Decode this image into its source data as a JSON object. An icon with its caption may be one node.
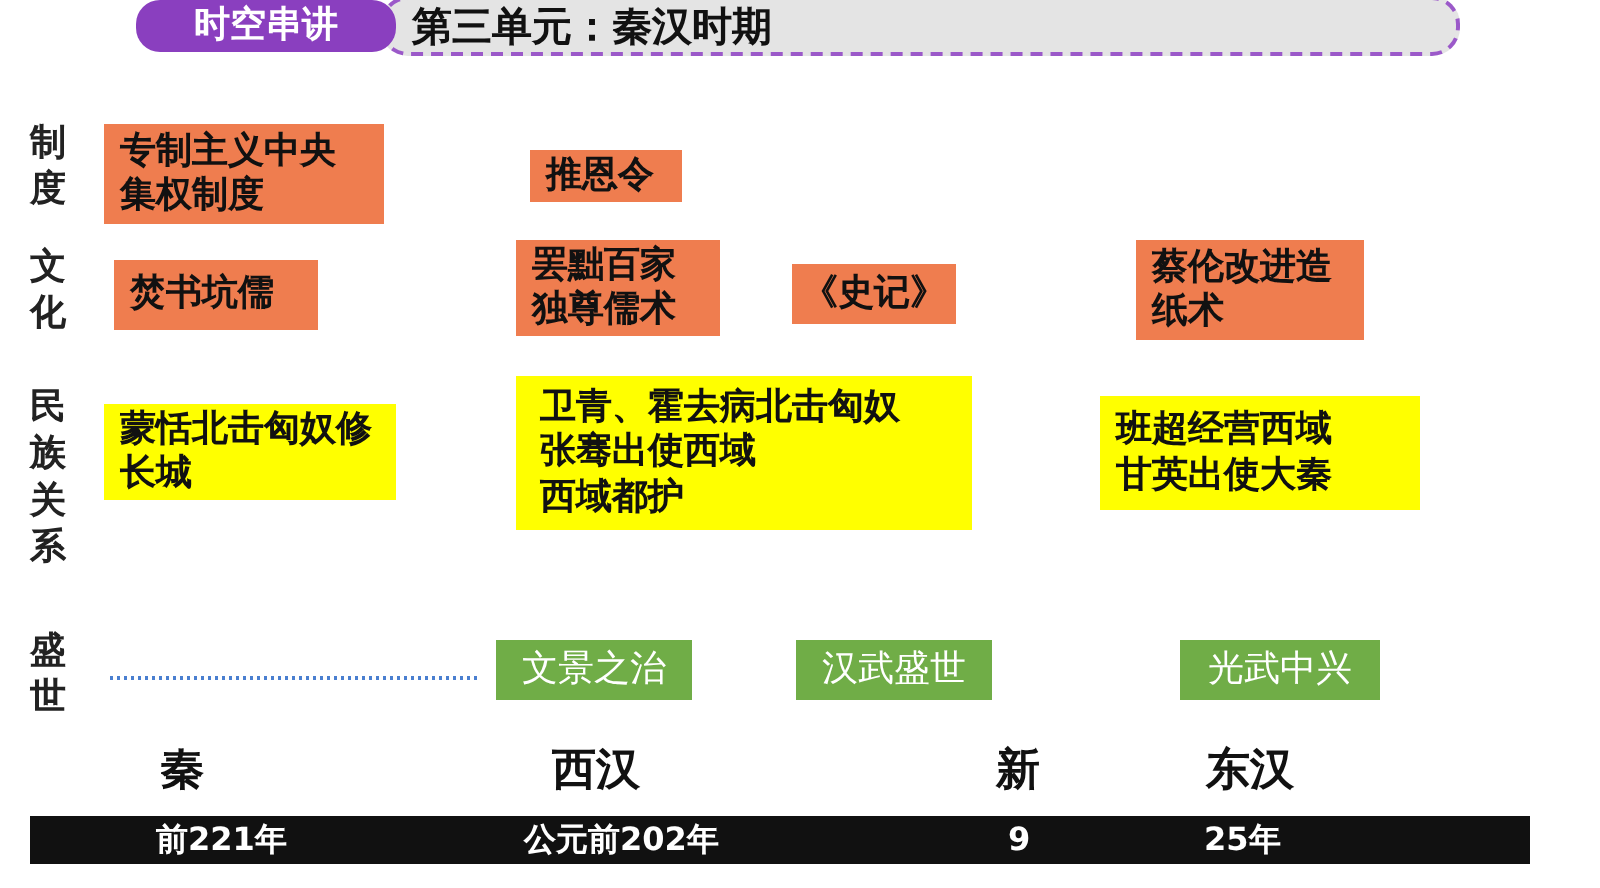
{
  "diagram": {
    "title": "第三单元：秦汉时期",
    "nodes": [
      {
        "text": [
          "专制主义中央集权制度"
        ]
      },
      {
        "text": [
          "推恩令"
        ]
      },
      {
        "text": [
          "焚书坑儒"
        ]
      },
      {
        "text": [
          "罢黜百家独尊儒术"
        ]
      },
      {
        "text": [
          "《史记》"
        ]
      },
      {
        "text": [
          "蔡伦改进造纸术"
        ]
      },
      {
        "text": [
          "蒙恬北击匈奴修长城"
        ]
      },
      {
        "text": [
          "卫青、霍去病北击匈奴",
          "张骞出使西域",
          "西域都护"
        ]
      },
      {
        "text": [
          "班超经营西域",
          "甘英出使大秦"
        ]
      },
      {
        "text": [
          "文景之治"
        ]
      },
      {
        "text": [
          "汉武盛世"
        ]
      },
      {
        "text": [
          "光武中兴"
        ]
      }
    ],
    "labels": [
      "时空串讲",
      "制度",
      "文化",
      "民族关系",
      "盛世",
      "秦",
      "西汉",
      "新",
      "东汉",
      "前221年",
      "公元前202年",
      "9",
      "25年"
    ]
  }
}
